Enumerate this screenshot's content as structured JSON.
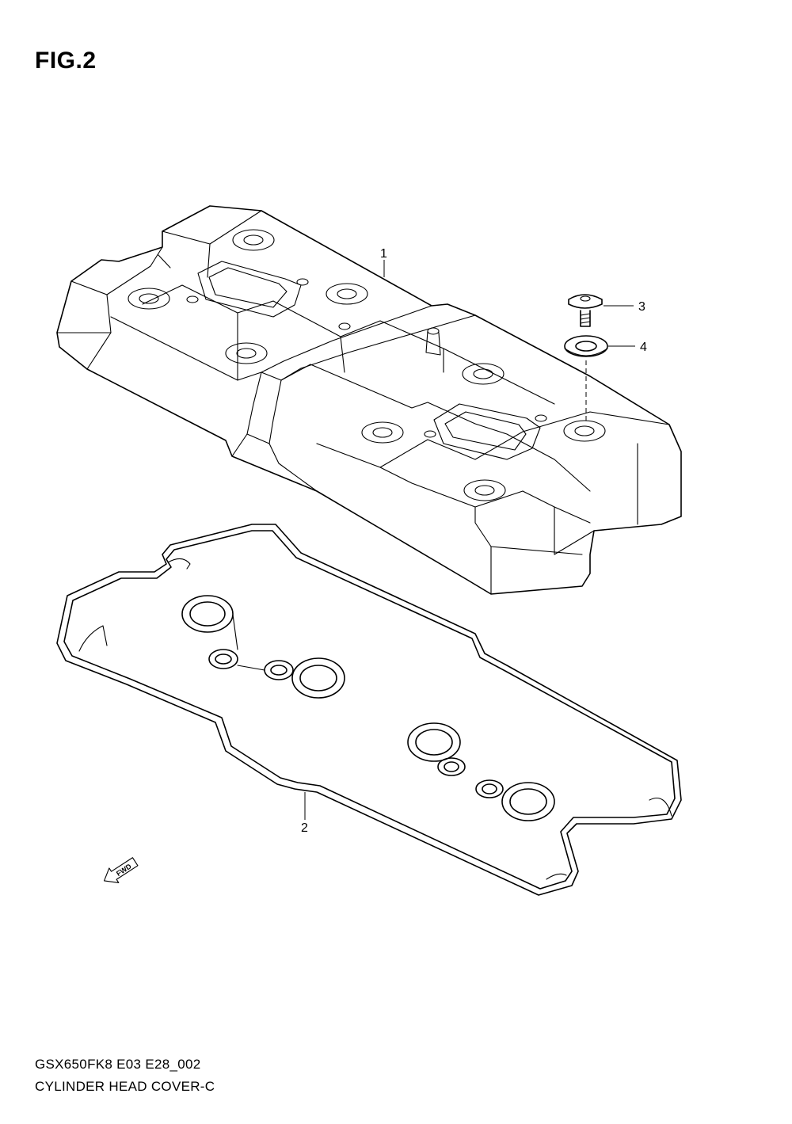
{
  "figure": {
    "title": "FIG.2"
  },
  "parts": [
    {
      "ref": "1",
      "name": "cylinder-head-cover"
    },
    {
      "ref": "2",
      "name": "gasket"
    },
    {
      "ref": "3",
      "name": "bolt"
    },
    {
      "ref": "4",
      "name": "washer"
    }
  ],
  "direction_marker": {
    "label": "FWD",
    "icon": "arrow-left-down-icon"
  },
  "caption": {
    "model_code": "GSX650FK8 E03 E28_002",
    "section_name": "CYLINDER HEAD COVER-C"
  }
}
